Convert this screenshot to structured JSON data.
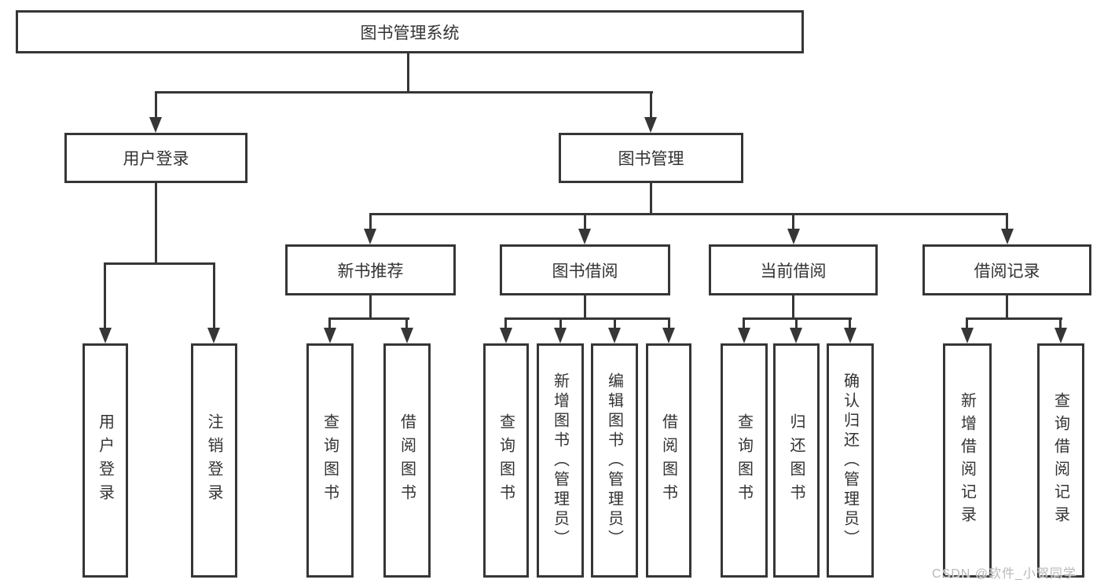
{
  "diagram": {
    "root": {
      "label": "图书管理系统"
    },
    "user_login": {
      "label": "用户登录",
      "children": {
        "login": {
          "label": "用户登录"
        },
        "logout": {
          "label": "注销登录"
        }
      }
    },
    "book_mgmt": {
      "label": "图书管理",
      "children": {
        "new_book_rec": {
          "label": "新书推荐",
          "children": {
            "query_book": {
              "label": "查询图书"
            },
            "borrow_book": {
              "label": "借阅图书"
            }
          }
        },
        "book_borrow": {
          "label": "图书借阅",
          "children": {
            "query_book": {
              "label": "查询图书"
            },
            "add_book": {
              "label": "新增图书（管理员）"
            },
            "edit_book": {
              "label": "编辑图书（管理员）"
            },
            "borrow_book": {
              "label": "借阅图书"
            }
          }
        },
        "current_borrow": {
          "label": "当前借阅",
          "children": {
            "query_book": {
              "label": "查询图书"
            },
            "return_book": {
              "label": "归还图书"
            },
            "confirm_return": {
              "label": "确认归还（管理员）"
            }
          }
        },
        "borrow_records": {
          "label": "借阅记录",
          "children": {
            "add_record": {
              "label": "新增借阅记录"
            },
            "query_record": {
              "label": "查询借阅记录"
            }
          }
        }
      }
    }
  },
  "watermark": {
    "text": "CSDN @软件_小贺同学"
  },
  "colors": {
    "line": "#363636",
    "box_border": "#363636",
    "text": "#333333",
    "watermark_text": "#b8b8b8",
    "background": "#ffffff"
  }
}
